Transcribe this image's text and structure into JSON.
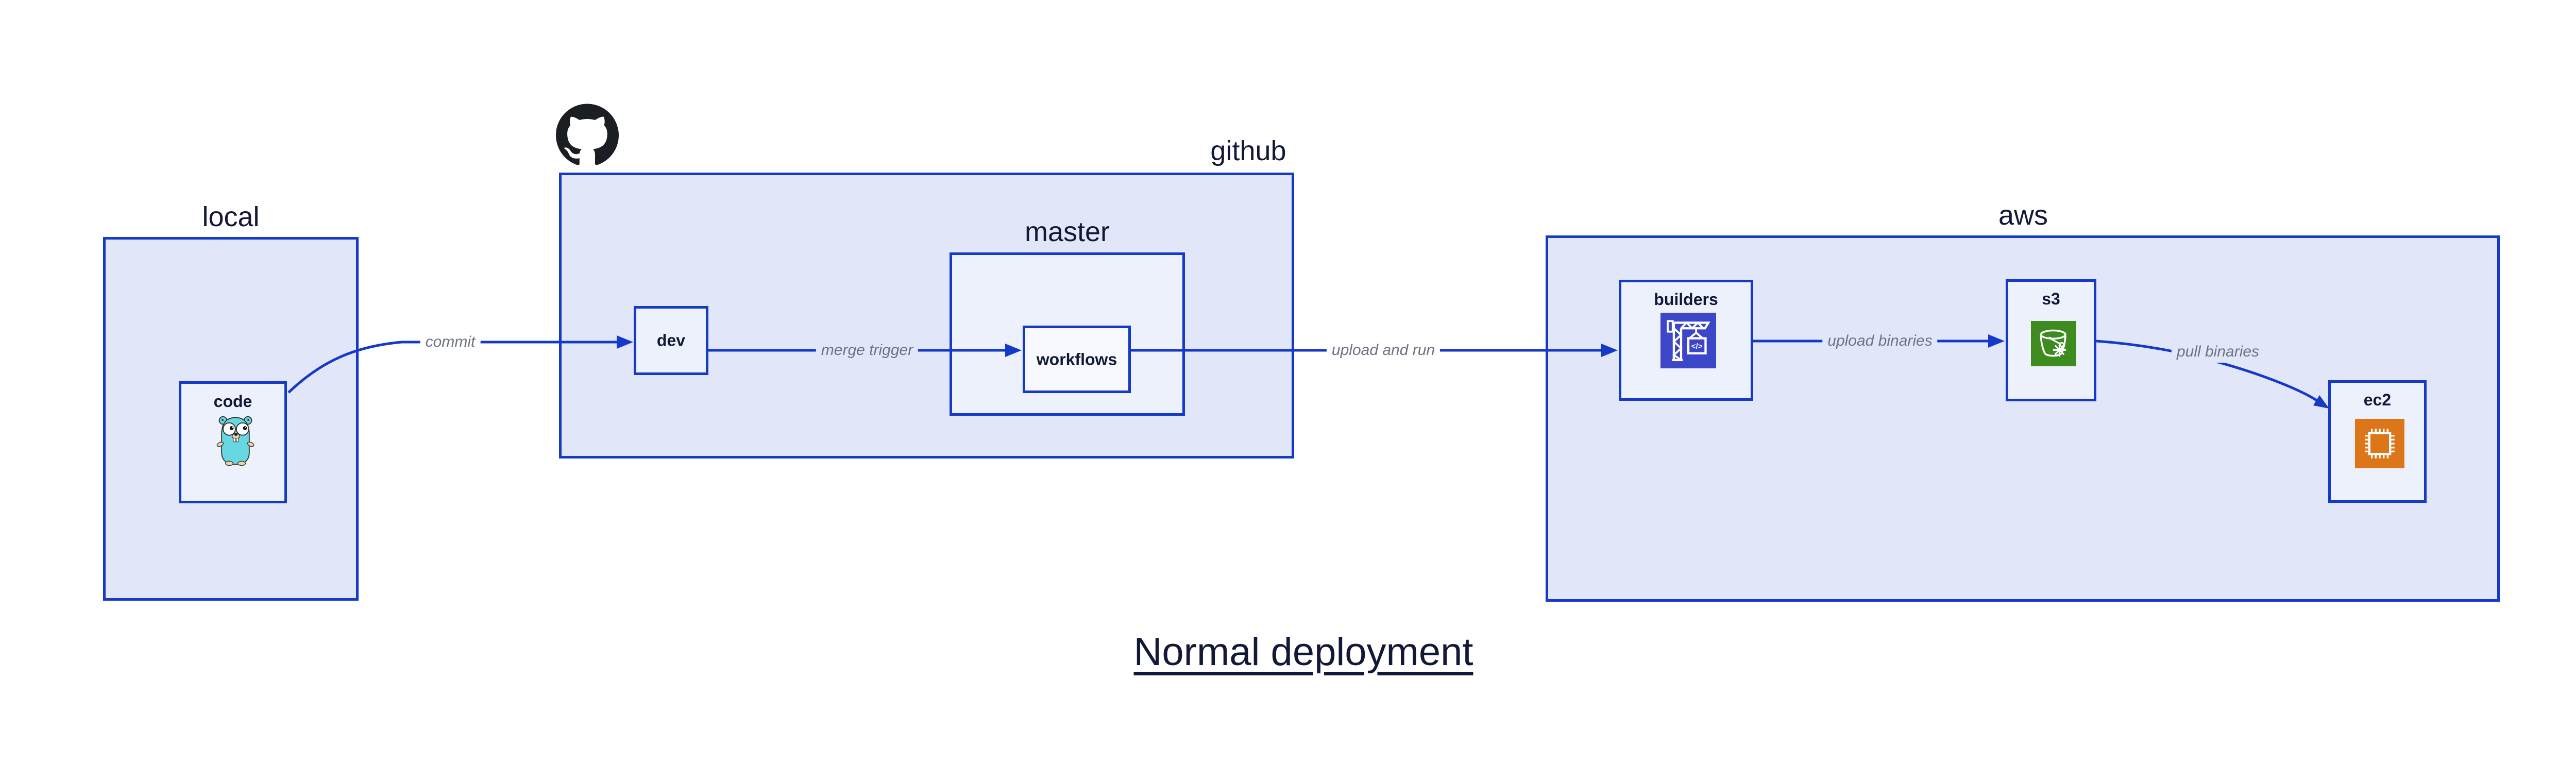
{
  "diagram_title": "Normal deployment",
  "groups": {
    "local": {
      "label": "local"
    },
    "github": {
      "label": "github",
      "badge_icon": "github-octocat-logo"
    },
    "master": {
      "label": "master"
    },
    "aws": {
      "label": "aws"
    }
  },
  "nodes": {
    "code": {
      "label": "code",
      "icon": "go-gopher-icon"
    },
    "dev": {
      "label": "dev"
    },
    "workflows": {
      "label": "workflows"
    },
    "builders": {
      "label": "builders",
      "icon": "aws-codebuild-crane-icon",
      "icon_glyph": "</>"
    },
    "s3": {
      "label": "s3",
      "icon": "aws-s3-glacier-bucket-icon"
    },
    "ec2": {
      "label": "ec2",
      "icon": "aws-ec2-chip-icon"
    }
  },
  "edges": {
    "commit": {
      "label": "commit"
    },
    "merge_trigger": {
      "label": "merge trigger"
    },
    "upload_and_run": {
      "label": "upload and run"
    },
    "upload_binaries": {
      "label": "upload binaries"
    },
    "pull_binaries": {
      "label": "pull binaries"
    }
  },
  "colors": {
    "edge_and_border_blue": "#1539c8",
    "group_fill": "#e1e7f8",
    "subgroup_fill": "#edf1fb",
    "innermost_fill": "#f7f9fe",
    "text_navy": "#121936",
    "edge_label_gray": "#6e7383",
    "octocat_black": "#1b1f23",
    "codebuild_indigo": "#3c46c8",
    "s3_green": "#3e8b1f",
    "ec2_orange": "#dd7618",
    "gopher_cyan": "#67d8e1",
    "gopher_beige": "#f2d3a7"
  }
}
